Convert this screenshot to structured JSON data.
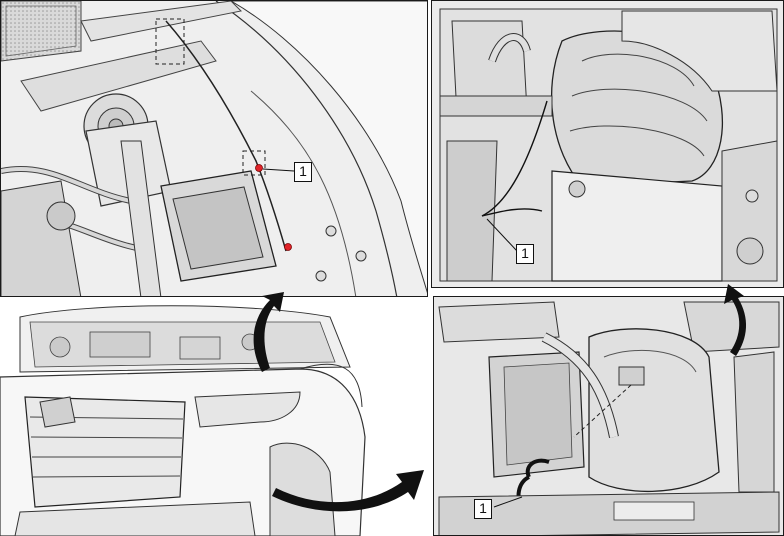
{
  "panels": {
    "top_left": {
      "callout": "1"
    },
    "top_right": {
      "callout": "1"
    },
    "bottom_right": {
      "callout": "1"
    }
  },
  "colors": {
    "outline": "#1a1a1a",
    "part_fill": "#e6e6e6",
    "part_shade": "#c8c8c8",
    "highlight_marker": "#e0242a",
    "arrow": "#111111"
  },
  "icons": [
    "curved-arrow-icon"
  ]
}
